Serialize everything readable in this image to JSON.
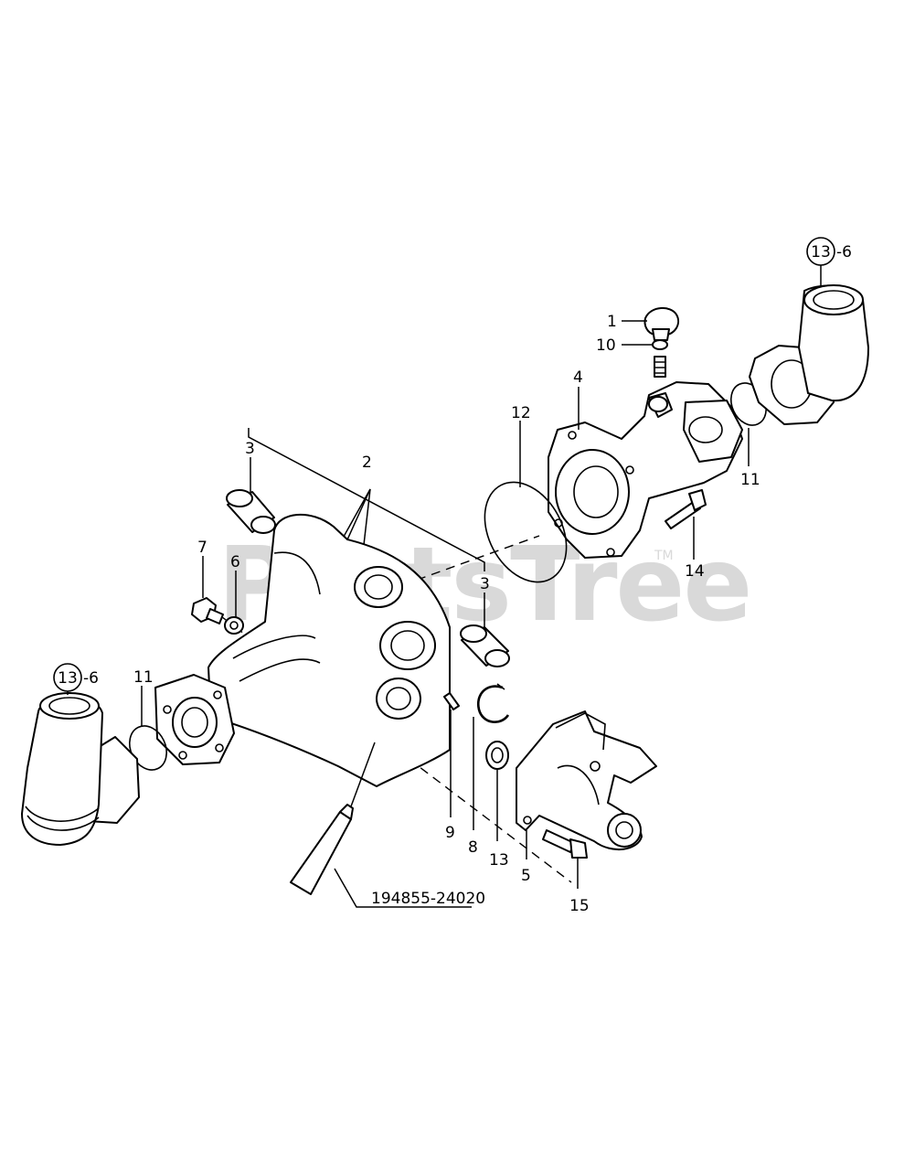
{
  "watermark": {
    "text": "PartsTree",
    "trademark": "TM"
  },
  "labels": {
    "l1": "1",
    "l10": "10",
    "l4": "4",
    "l12": "12",
    "l11_right": "11",
    "l14": "14",
    "l2": "2",
    "l3_top": "3",
    "l3_mid": "3",
    "l7": "7",
    "l6": "6",
    "l11_left": "11",
    "l9": "9",
    "l8": "8",
    "l13": "13",
    "l5": "5",
    "l15": "15"
  },
  "callouts": {
    "top_right": {
      "circled": "13",
      "suffix": "-6"
    },
    "left": {
      "circled": "13",
      "suffix": "-6"
    }
  },
  "part_number": "194855-24020"
}
